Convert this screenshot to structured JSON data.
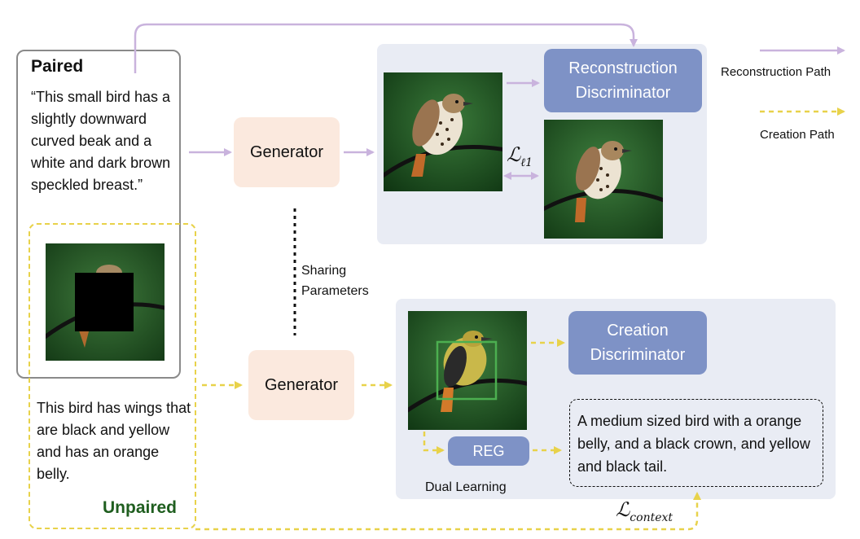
{
  "paired": {
    "title": "Paired",
    "caption": "“This small bird has a slightly downward curved beak and a white and dark brown speckled breast.”"
  },
  "unpaired": {
    "title": "Unpaired",
    "caption": "This bird has wings that are black and yellow and has an orange belly."
  },
  "generator_top": "Generator",
  "generator_bottom": "Generator",
  "sharing": {
    "line1": "Sharing",
    "line2": "Parameters"
  },
  "reconstruction_discriminator": {
    "line1": "Reconstruction",
    "line2": "Discriminator"
  },
  "creation_discriminator": {
    "line1": "Creation",
    "line2": "Discriminator"
  },
  "reg": "REG",
  "dual_learning": "Dual Learning",
  "generated_text": "A medium sized bird with a orange belly, and a black crown, and yellow and black tail.",
  "loss_l1": {
    "main": "ℒ",
    "sub": "ℓ1"
  },
  "loss_context": {
    "main": "ℒ",
    "sub": "context"
  },
  "legend": {
    "reconstruction": "Reconstruction Path",
    "creation": "Creation Path"
  },
  "colors": {
    "reconstruction_path": "#c9b3dd",
    "creation_path": "#e8d24a",
    "discriminator": "#7e92c6",
    "generator": "#fbe9de",
    "panel": "#e9ecf4",
    "bbox": "#4caf50"
  }
}
